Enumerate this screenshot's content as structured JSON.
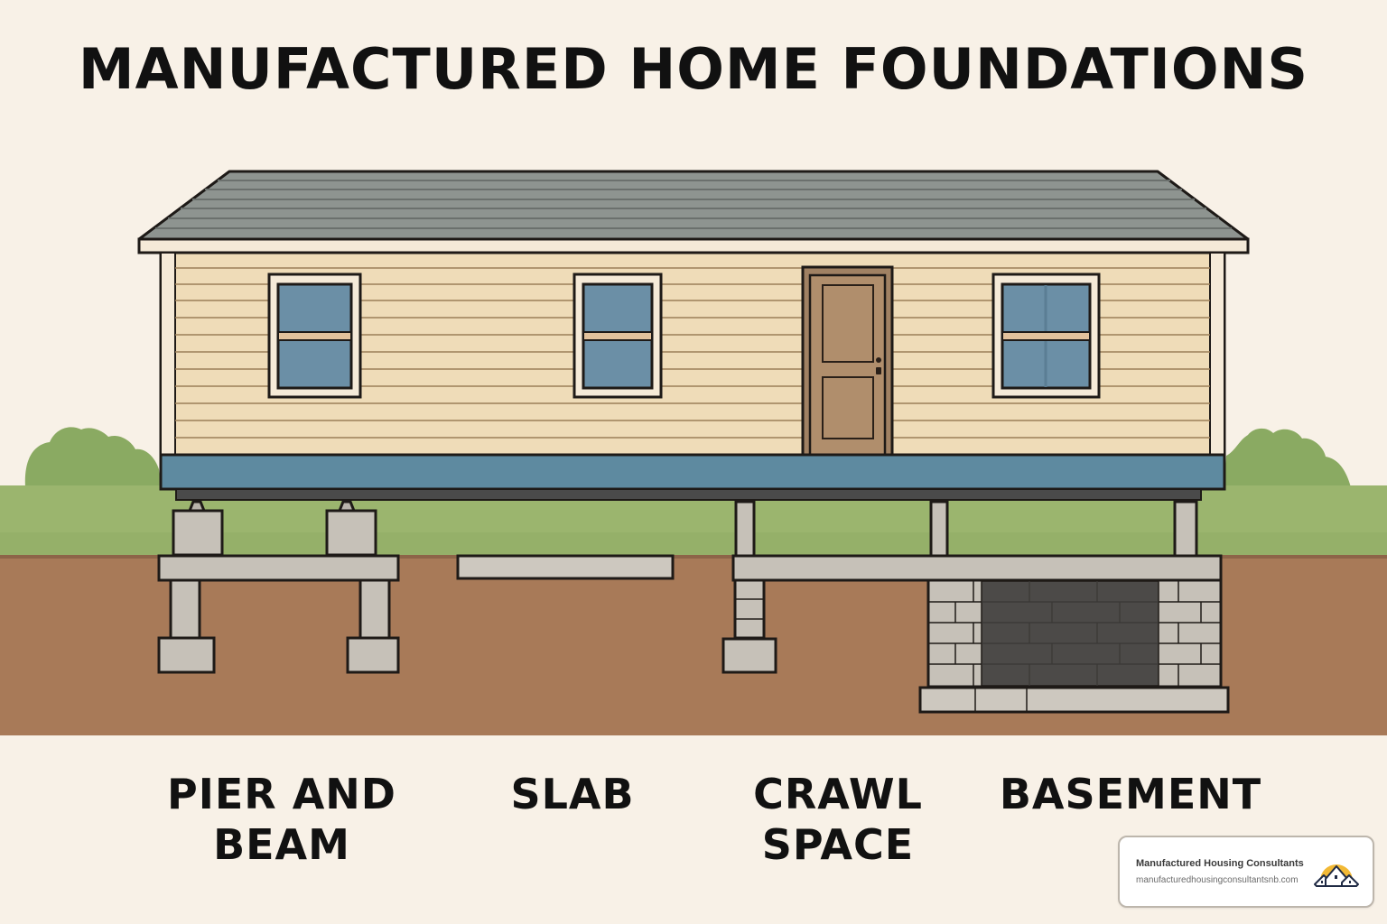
{
  "title": "MANUFACTURED HOME FOUNDATIONS",
  "foundation_types": [
    {
      "id": "pier-and-beam",
      "lines": [
        "PIER AND",
        "BEAM"
      ]
    },
    {
      "id": "slab",
      "lines": [
        "SLAB"
      ]
    },
    {
      "id": "crawl-space",
      "lines": [
        "CRAWL",
        "SPACE"
      ]
    },
    {
      "id": "basement",
      "lines": [
        "BASEMENT"
      ]
    }
  ],
  "illustration": {
    "subject": "manufactured-home-side-elevation",
    "elements": [
      "gray-roof",
      "beige-siding",
      "window",
      "window",
      "door",
      "window",
      "blue-skirting",
      "steel-beam",
      "bushes",
      "grass",
      "soil"
    ]
  },
  "branding": {
    "name": "Manufactured Housing Consultants",
    "url": "manufacturedhousingconsultantsnb.com",
    "logo_icon": "houses-with-sun-icon"
  },
  "colors": {
    "background": "#f8f1e7",
    "roof": "#8e9490",
    "siding": "#efdcb8",
    "trim": "#f5ead8",
    "window_glass": "#6b8fa6",
    "door": "#b08e6c",
    "skirting": "#5e8aa0",
    "beam": "#4a4a4a",
    "grass": "#9bb56e",
    "bush": "#8aaa62",
    "soil": "#a87a58",
    "concrete": "#c6c1b8",
    "basement_dark": "#4c4a48",
    "outline": "#1e1a17",
    "logo_sun": "#f2b935",
    "logo_house": "#1f2a44"
  }
}
